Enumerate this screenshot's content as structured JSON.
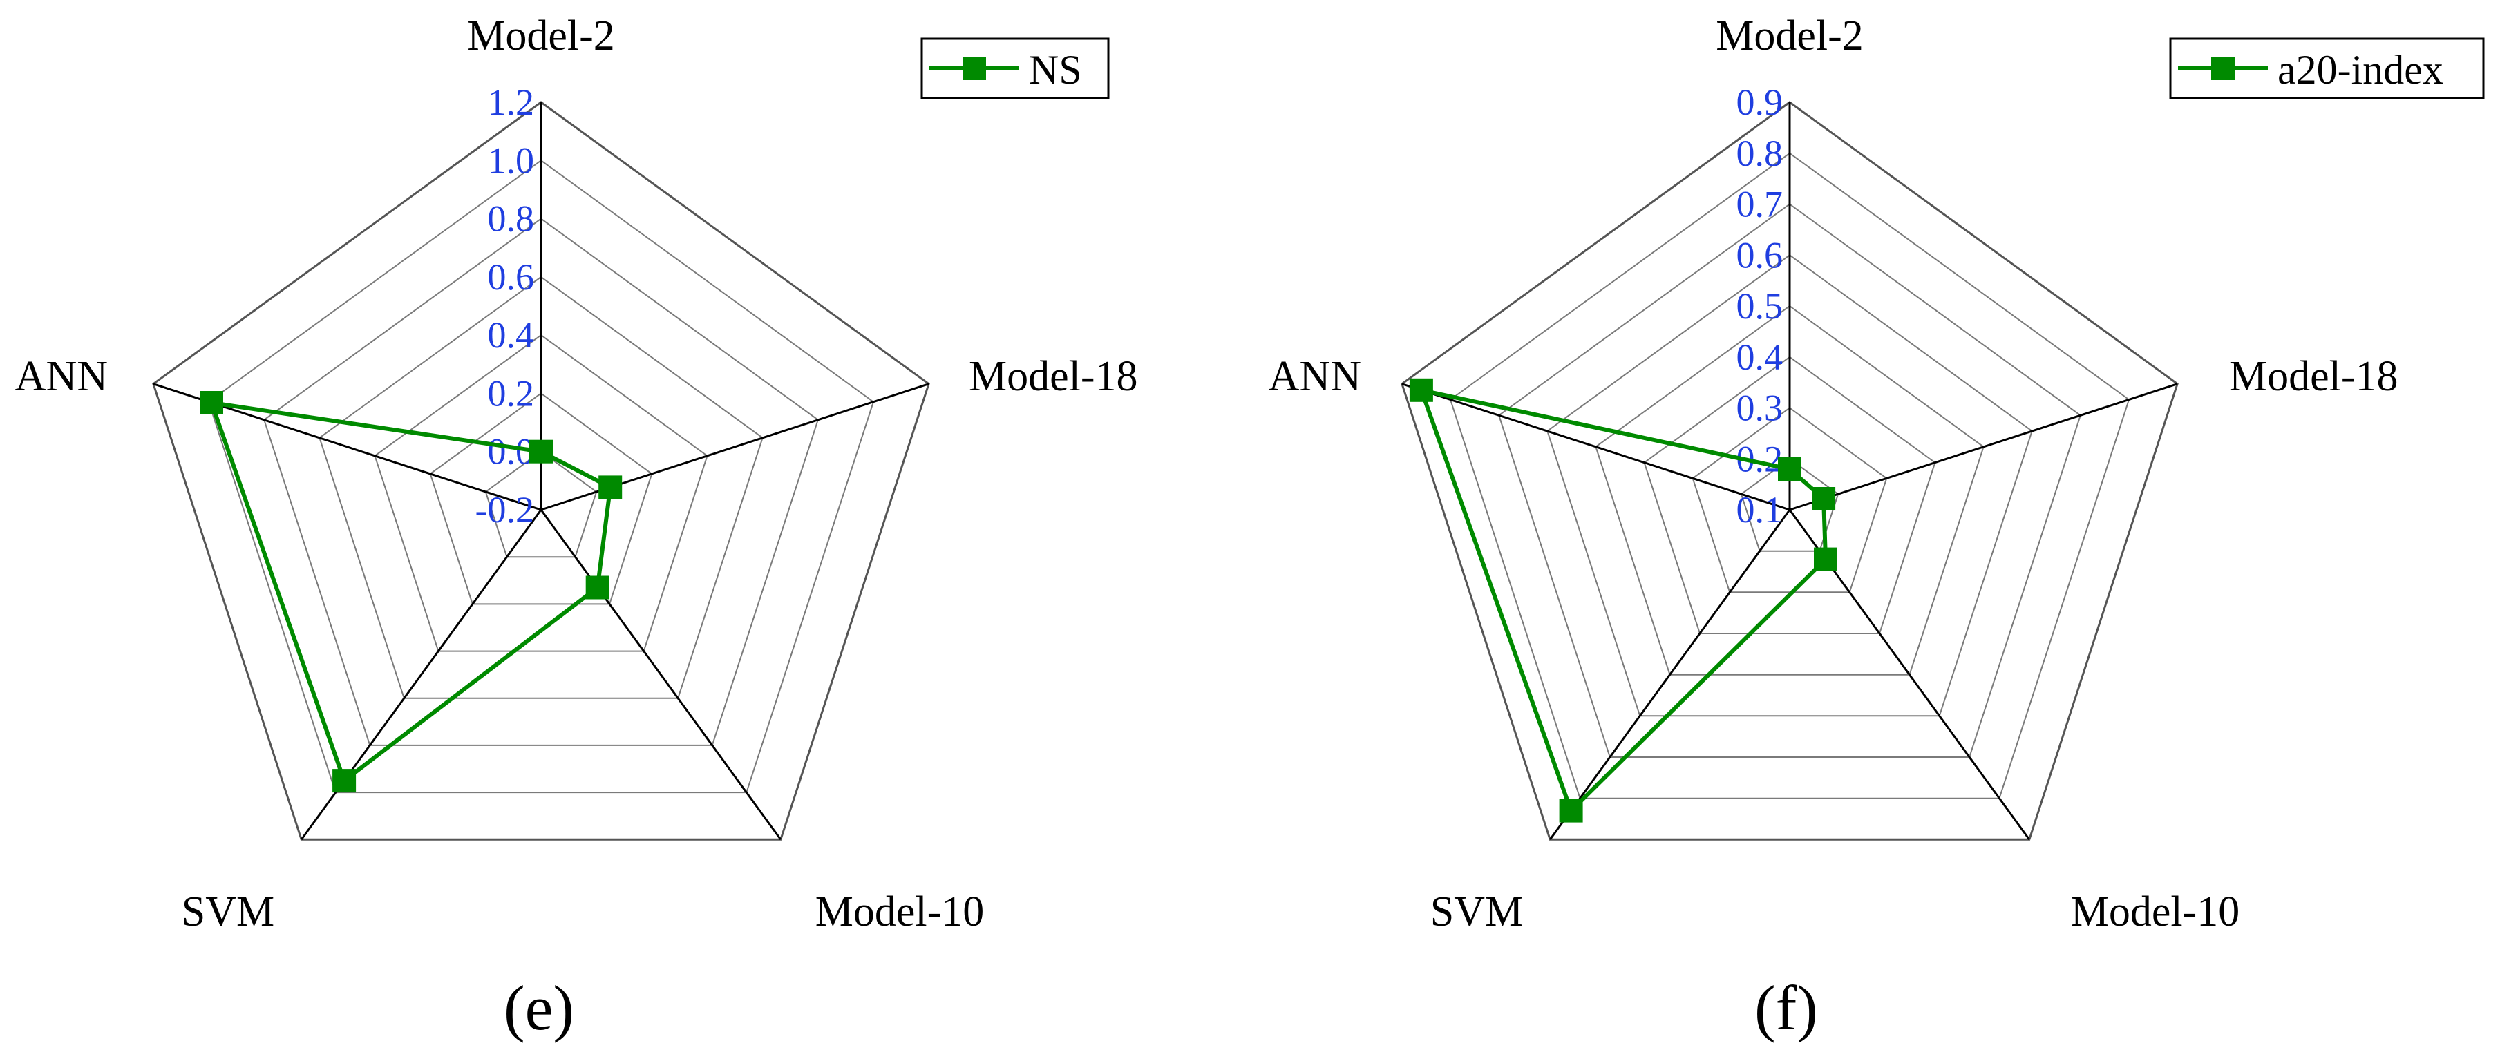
{
  "chart_data": [
    {
      "type": "radar",
      "panel_label": "(e)",
      "categories": [
        "Model-2",
        "Model-18",
        "Model-10",
        "SVM",
        "ANN"
      ],
      "rlim": [
        -0.2,
        1.2
      ],
      "ticks": [
        "-0.2",
        "0.0",
        "0.2",
        "0.4",
        "0.6",
        "0.8",
        "1.0",
        "1.2"
      ],
      "grid": true,
      "legend_position": "top-right",
      "series": [
        {
          "name": "NS",
          "color": "#008a00",
          "marker": "square",
          "values": [
            0.0,
            0.05,
            0.13,
            0.95,
            0.99
          ]
        }
      ]
    },
    {
      "type": "radar",
      "panel_label": "(f)",
      "categories": [
        "Model-2",
        "Model-18",
        "Model-10",
        "SVM",
        "ANN"
      ],
      "rlim": [
        0.1,
        0.9
      ],
      "ticks": [
        "0.1",
        "0.2",
        "0.3",
        "0.4",
        "0.5",
        "0.6",
        "0.7",
        "0.8",
        "0.9"
      ],
      "grid": true,
      "legend_position": "top-right",
      "series": [
        {
          "name": "a20-index",
          "color": "#008a00",
          "marker": "square",
          "values": [
            0.18,
            0.17,
            0.22,
            0.83,
            0.86
          ]
        }
      ]
    }
  ],
  "colors": {
    "tick_label": "#1f3ee0",
    "series": "#008a00",
    "grid": "#7a7a7a",
    "axis": "#000000"
  }
}
